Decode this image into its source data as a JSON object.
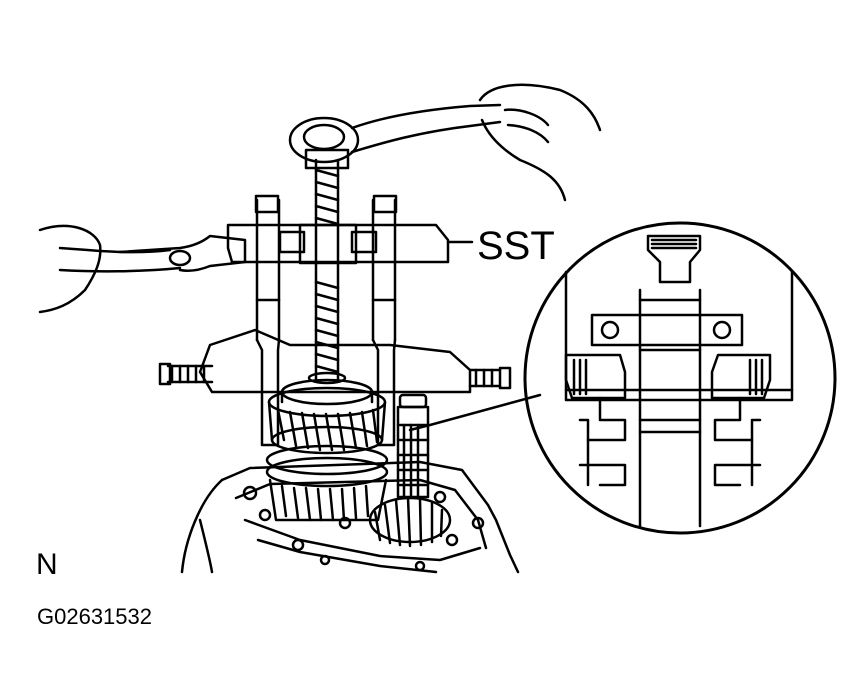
{
  "callout": {
    "label": "SST"
  },
  "footer": {
    "view_code": "N",
    "figure_id": "G02631532"
  },
  "colors": {
    "ink": "#000000",
    "paper": "#ffffff"
  }
}
